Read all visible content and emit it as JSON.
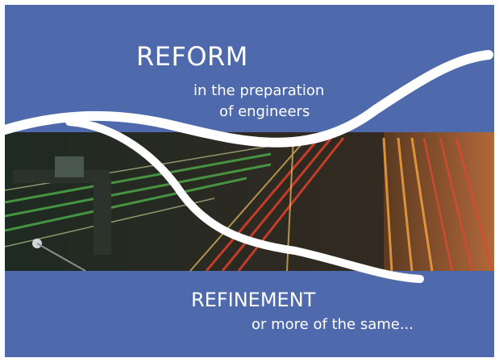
{
  "slide": {
    "heading_top": "REFORM",
    "subheading_top_line1": "in the preparation",
    "subheading_top_line2": "of engineers",
    "heading_bottom": "REFINEMENT",
    "subheading_bottom": "or more of the same..."
  },
  "image": {
    "subject": "long-exposure highway traffic light trails",
    "colors": {
      "background": "#4e6aad",
      "wave": "#ffffff",
      "light_trail_red": "#e0402a",
      "light_trail_green": "#4fae4a",
      "light_trail_orange": "#f0a040"
    }
  }
}
